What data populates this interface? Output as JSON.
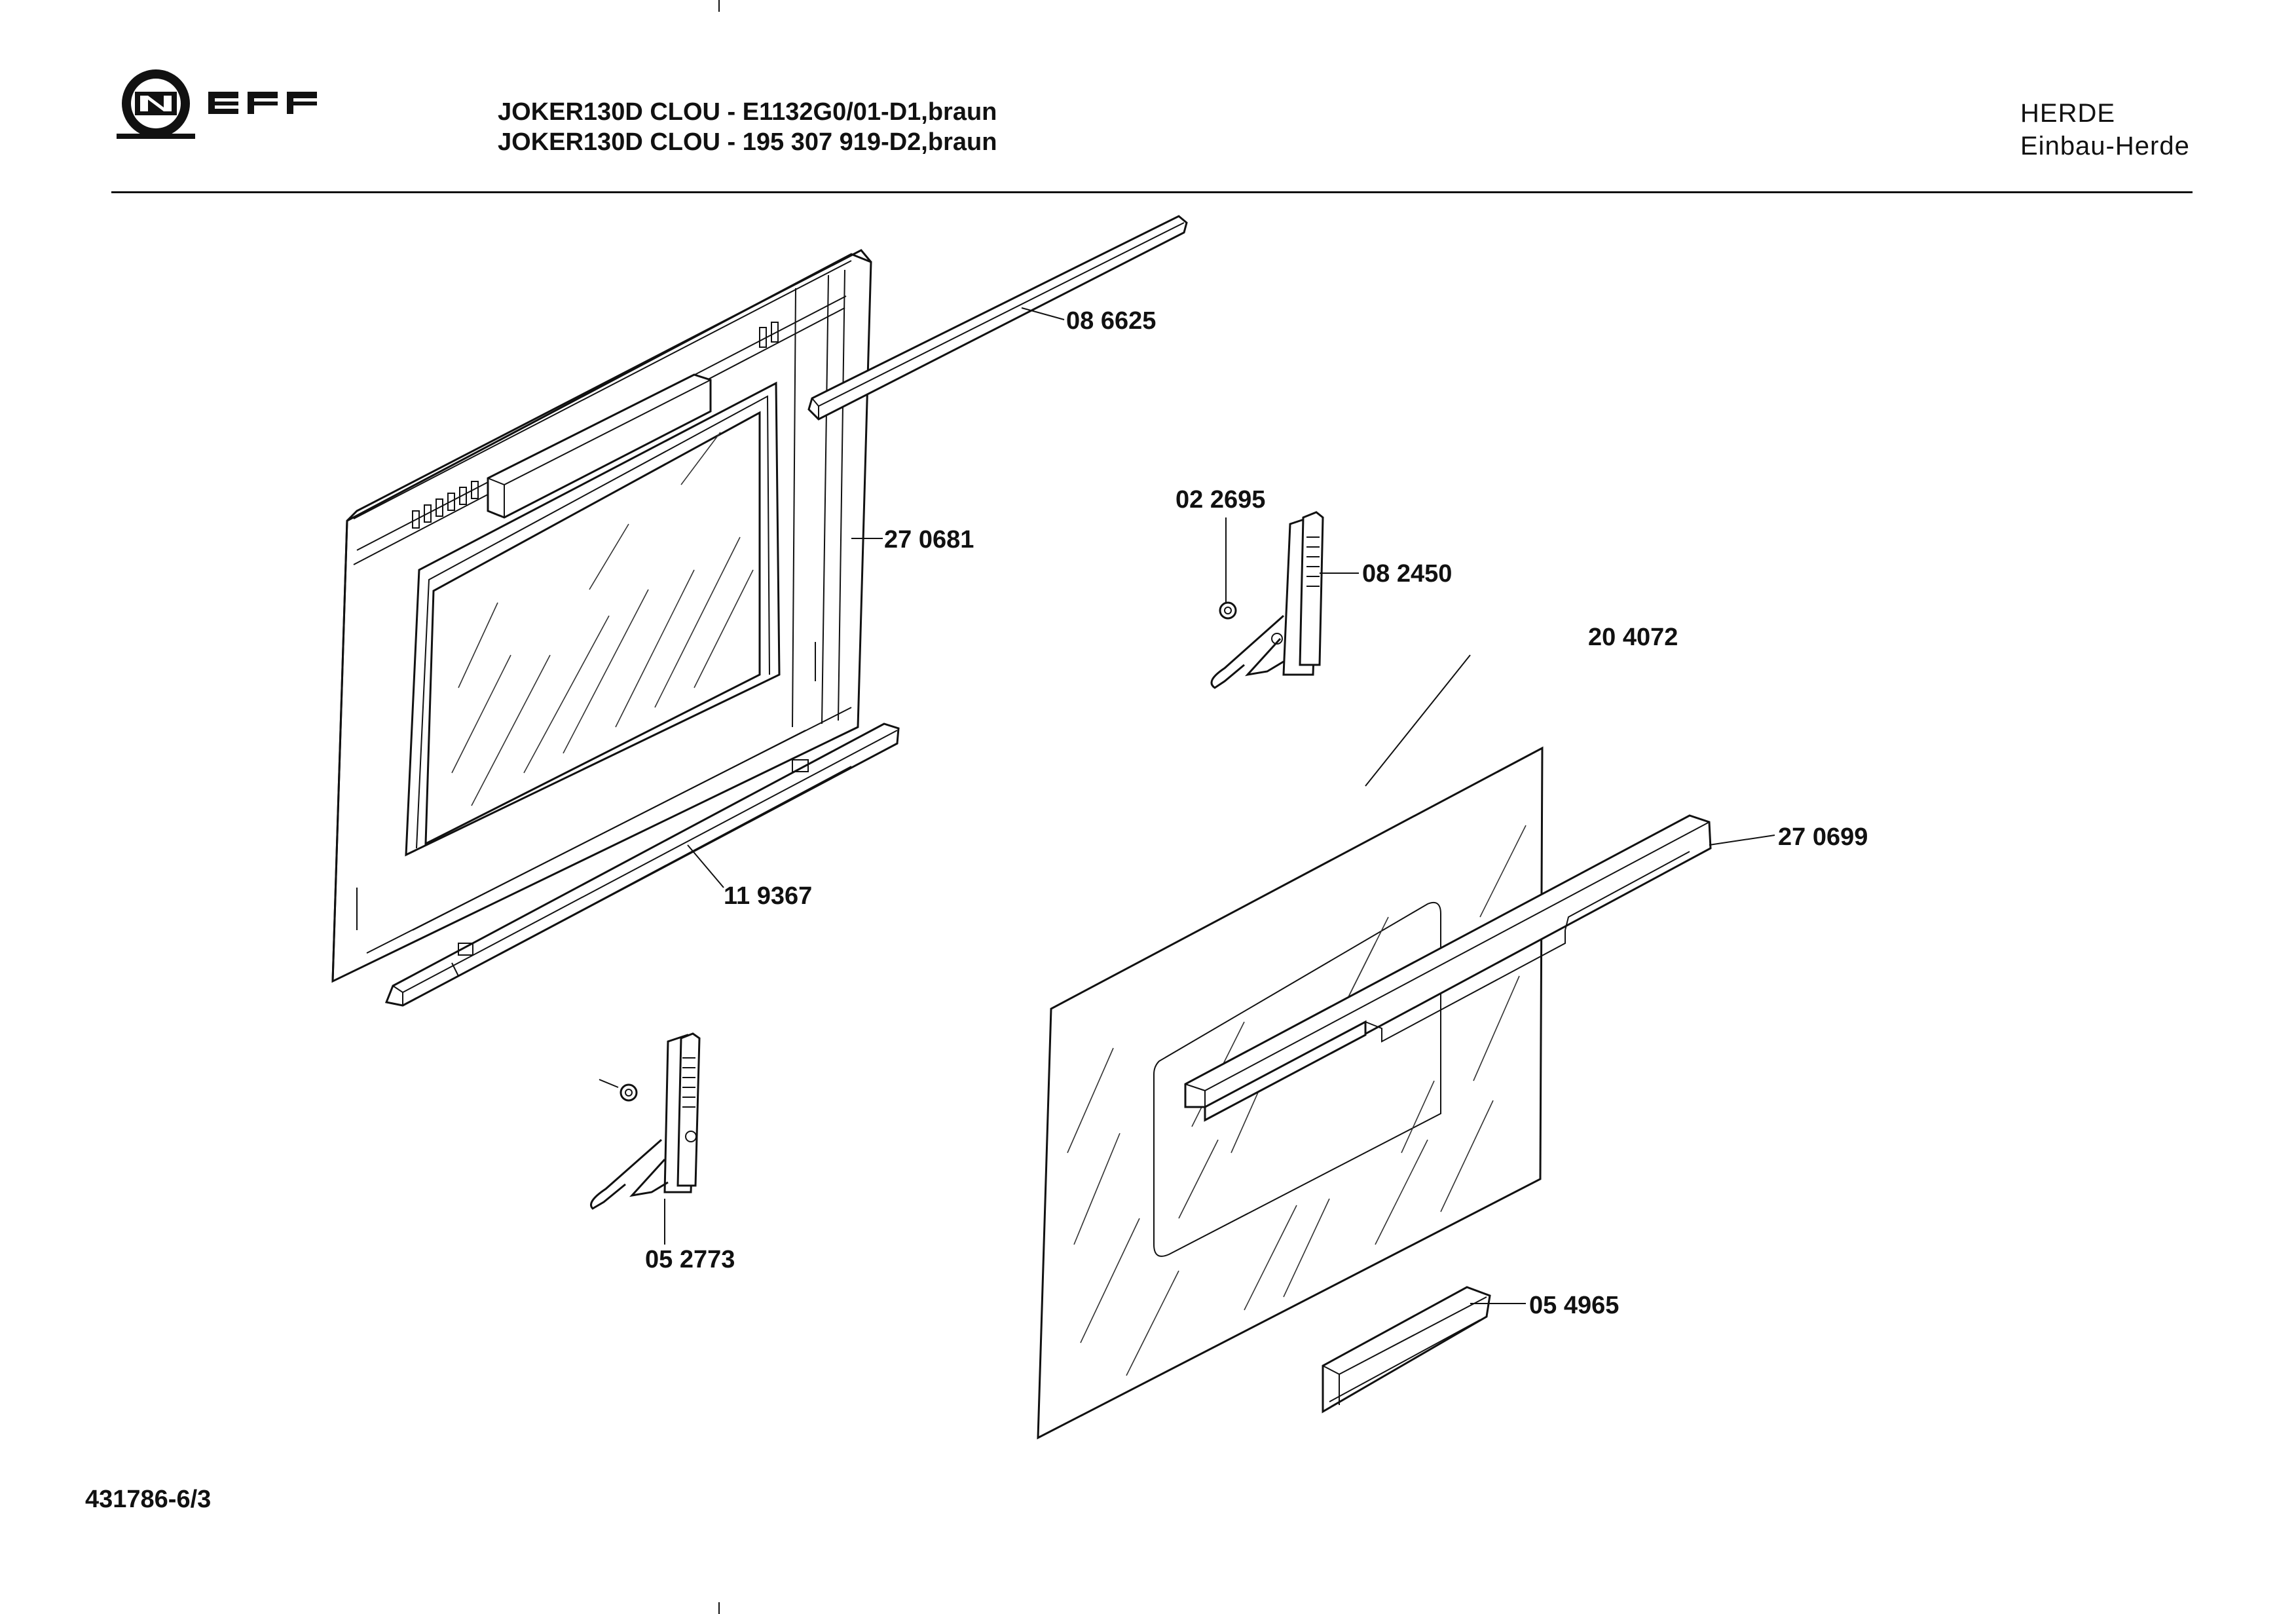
{
  "brand": {
    "name": "NEFF"
  },
  "header": {
    "line1": "JOKER130D CLOU - E1132G0/01-D1,braun",
    "line2": "JOKER130D CLOU - 195 307 919-D2,braun",
    "category": "HERDE",
    "subcategory": "Einbau-Herde"
  },
  "footer": {
    "doc_number": "431786-6/3"
  },
  "parts": [
    {
      "id": "p1",
      "number": "08 6625"
    },
    {
      "id": "p2",
      "number": "27 0681"
    },
    {
      "id": "p3",
      "number": "11 9367"
    },
    {
      "id": "p4",
      "number": "02 2695"
    },
    {
      "id": "p5",
      "number": "08 2450"
    },
    {
      "id": "p6",
      "number": "20 4072"
    },
    {
      "id": "p7",
      "number": "27 0699"
    },
    {
      "id": "p8",
      "number": "05 2773"
    },
    {
      "id": "p9",
      "number": "05 4965"
    }
  ]
}
